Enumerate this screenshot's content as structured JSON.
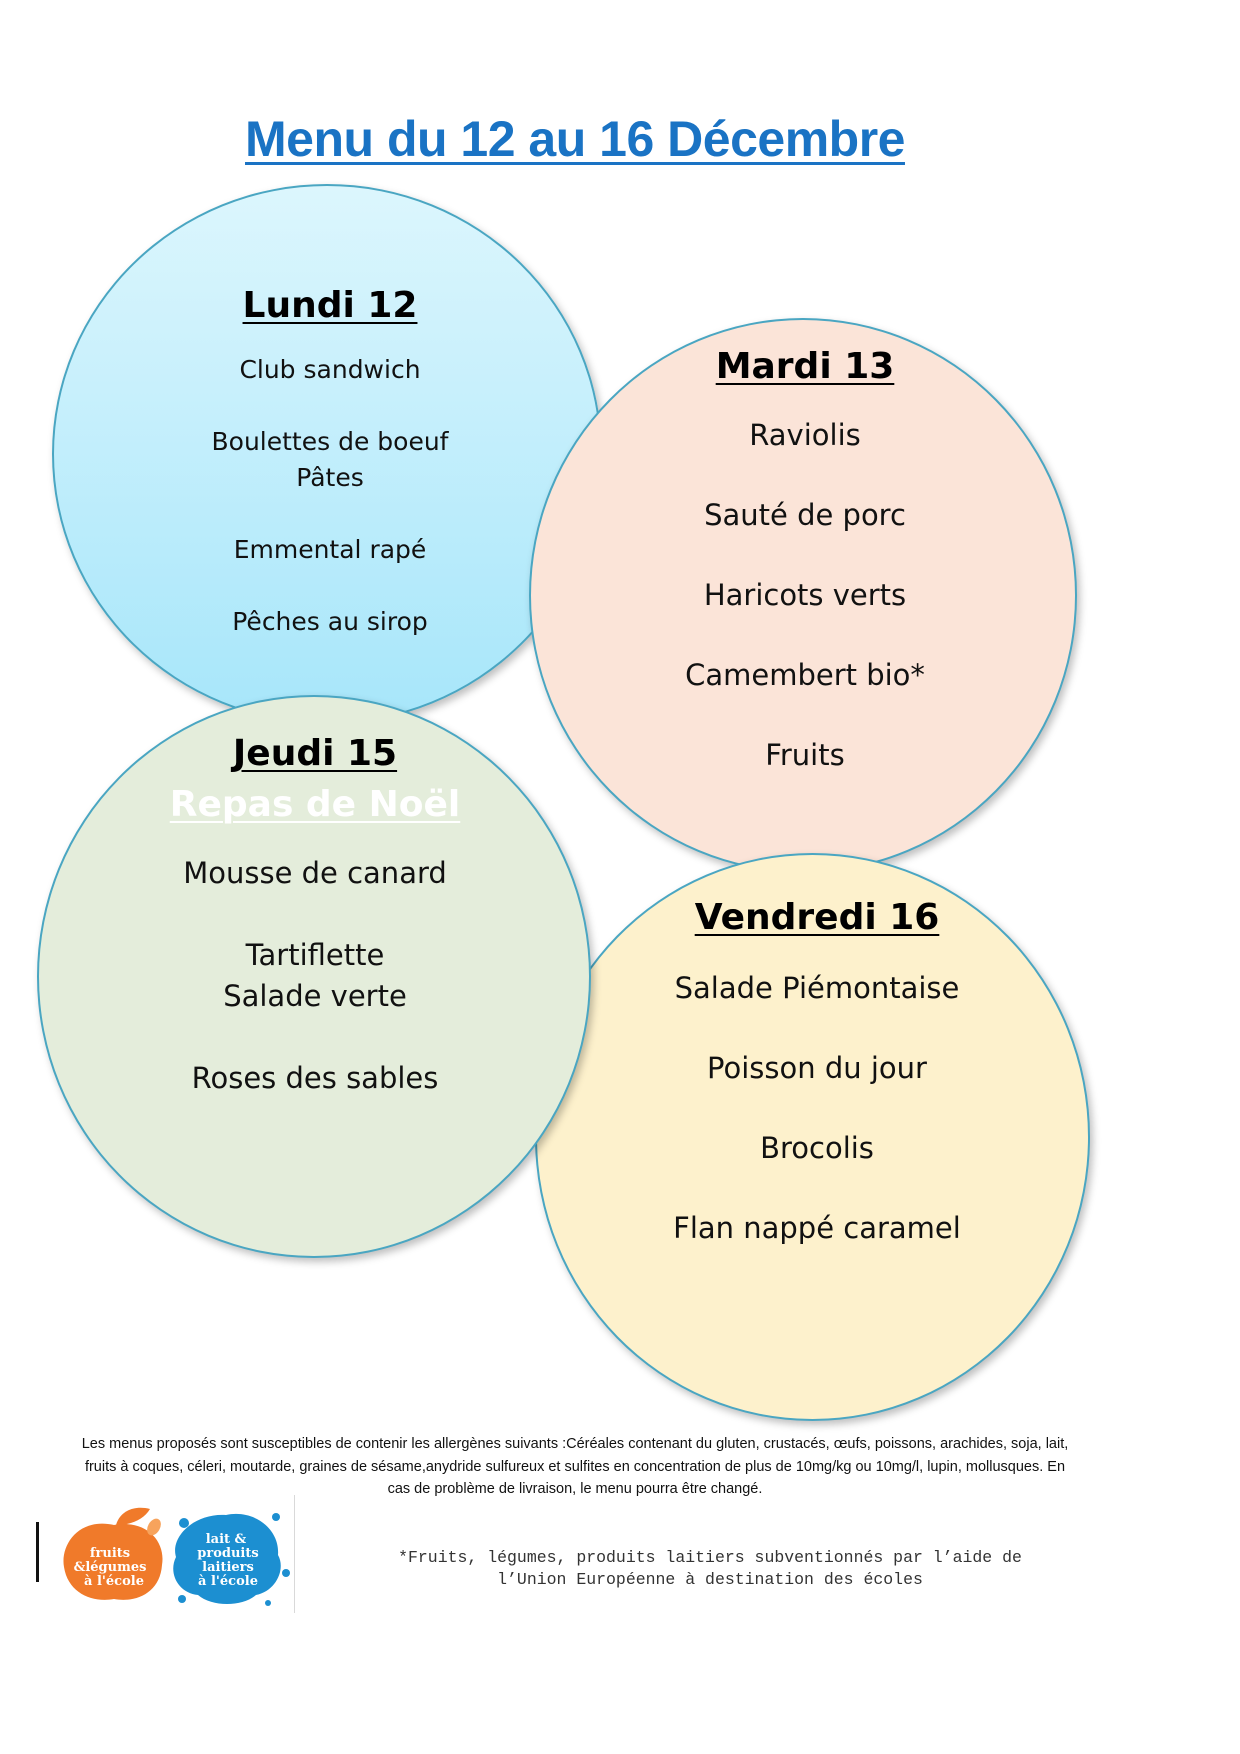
{
  "title": "Menu du 12 au 16 Décembre",
  "days": {
    "lundi": {
      "name": "Lundi 12",
      "dishes": [
        "Club sandwich",
        "",
        "Boulettes de boeuf",
        "Pâtes",
        "",
        "Emmental rapé",
        "",
        "Pêches au sirop"
      ]
    },
    "mardi": {
      "name": "Mardi 13",
      "dishes": [
        "Raviolis",
        "",
        "Sauté de porc",
        "",
        "Haricots verts",
        "",
        "Camembert bio*",
        "",
        "Fruits"
      ]
    },
    "jeudi": {
      "name": "Jeudi 15",
      "subtitle": "Repas de Noël",
      "dishes": [
        "Mousse de canard",
        "",
        "Tartiflette",
        "Salade verte",
        "",
        "Roses des sables"
      ]
    },
    "vendredi": {
      "name": "Vendredi 16",
      "dishes": [
        "Salade Piémontaise",
        "",
        "Poisson du jour",
        "",
        "Brocolis",
        "",
        "Flan nappé caramel"
      ]
    }
  },
  "allergens": {
    "line1": "Les menus proposés sont susceptibles de contenir les allergènes suivants :Céréales contenant du gluten, crustacés, œufs, poissons, arachides, soja, lait,",
    "line2": "fruits à coques, céleri, moutarde, graines de sésame,anydride sulfureux et sulfites en concentration de plus de 10mg/kg ou 10mg/l, lupin, mollusques.      En",
    "line3": "cas de problème de livraison, le menu pourra être changé."
  },
  "footnote": {
    "line1": "*Fruits, légumes, produits laitiers subventionnés par l’aide de",
    "line2": "l’Union Européenne à destination des écoles"
  },
  "logos": {
    "fruits": [
      "fruits",
      "&légumes",
      "à l'école"
    ],
    "lait": [
      "lait &",
      "produits",
      "laitiers",
      "à l'école"
    ]
  },
  "colors": {
    "title": "#1a73c4",
    "circle_border": "#4aa6c2",
    "lundi": "#a7e6fa",
    "mardi": "#fbe4d8",
    "jeudi": "#e4eddb",
    "vendredi": "#fdf1cc",
    "fruits_logo": "#f07a2a",
    "lait_logo": "#1c8fd1"
  }
}
